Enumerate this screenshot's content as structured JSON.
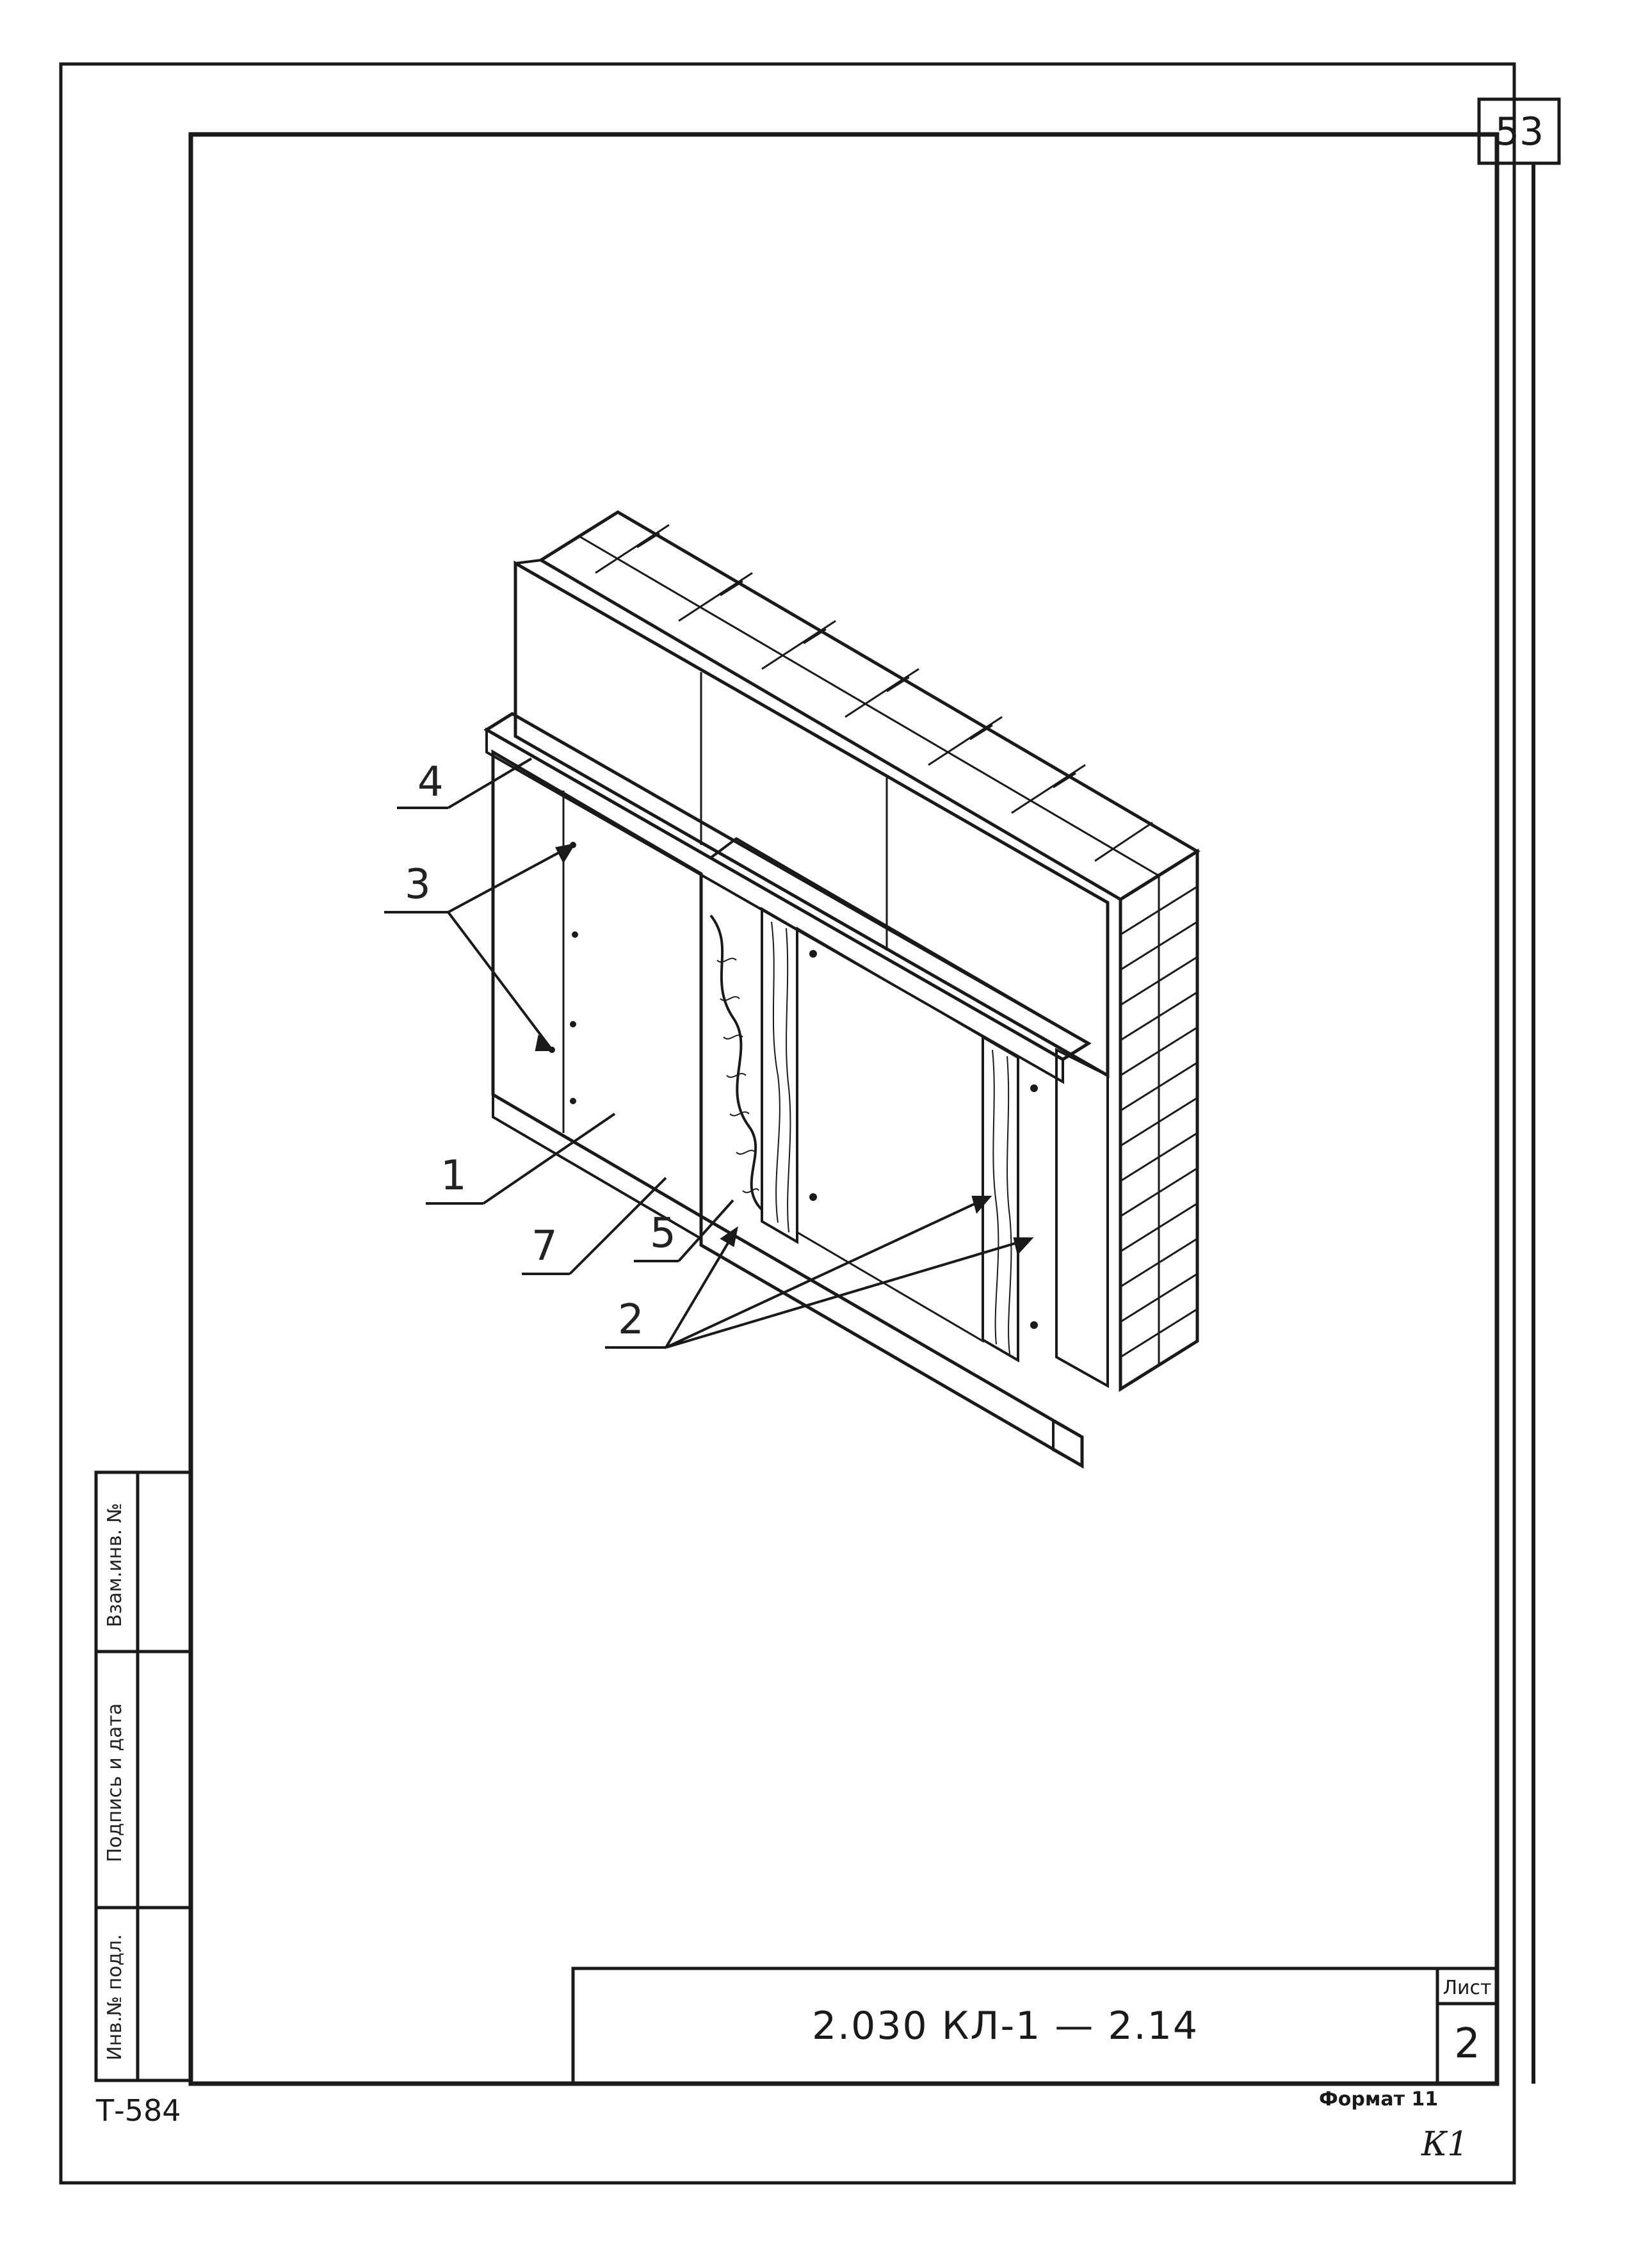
{
  "sheet": {
    "archive_number": "53",
    "hand_mark": "К1",
    "drawing_code": "2.030 КЛ-1 — 2.14",
    "sheet_label": "Лист",
    "sheet_number": "2",
    "format_label": "Формат 11",
    "inventory_mark": "Т-584"
  },
  "side_stamp": {
    "interchange_label": "Взам.инв. №",
    "signature_label": "Подпись и дата",
    "original_label": "Инв.№ подл."
  },
  "callouts": [
    {
      "id": "1",
      "label": "1"
    },
    {
      "id": "2",
      "label": "2"
    },
    {
      "id": "3",
      "label": "3"
    },
    {
      "id": "4",
      "label": "4"
    },
    {
      "id": "5",
      "label": "5"
    },
    {
      "id": "7",
      "label": "7"
    }
  ],
  "colors": {
    "ink": "#1a1a1a",
    "paper": "#ffffff"
  }
}
